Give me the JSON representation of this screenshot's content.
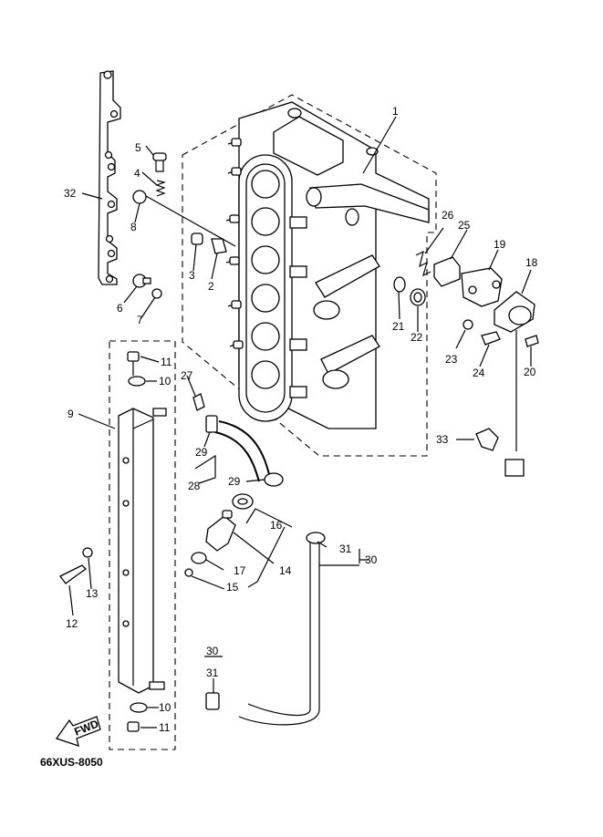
{
  "diagram_code": "66XUS-8050",
  "fwd_label": "FWD",
  "callouts": {
    "c1": "1",
    "c2": "2",
    "c3": "3",
    "c4": "4",
    "c5": "5",
    "c6": "6",
    "c7": "7",
    "c8": "8",
    "c9": "9",
    "c10a": "10",
    "c10b": "10",
    "c11a": "11",
    "c11b": "11",
    "c12": "12",
    "c13": "13",
    "c14": "14",
    "c15": "15",
    "c16": "16",
    "c17": "17",
    "c18": "18",
    "c19": "19",
    "c20": "20",
    "c21": "21",
    "c22": "22",
    "c23": "23",
    "c24": "24",
    "c25": "25",
    "c26": "26",
    "c27": "27",
    "c28": "28",
    "c29a": "29",
    "c29b": "29",
    "c30a": "30",
    "c30b": "30",
    "c31a": "31",
    "c31b": "31",
    "c32": "32",
    "c33": "33"
  }
}
